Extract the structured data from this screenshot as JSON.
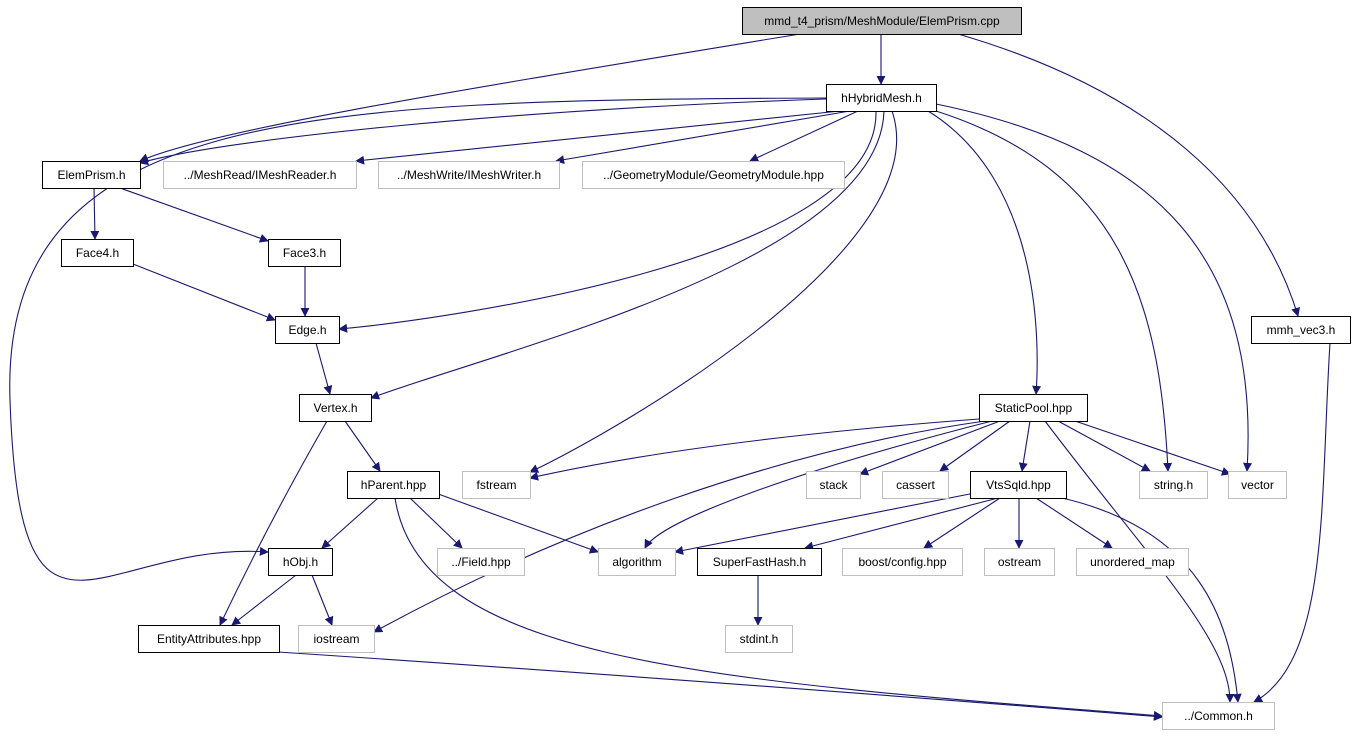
{
  "graph": {
    "edge_color": "#191970",
    "nodes": [
      {
        "id": "root",
        "label": "mmd_t4_prism/MeshModule/ElemPrism.cpp",
        "kind": "root"
      },
      {
        "id": "hHybridMesh",
        "label": "hHybridMesh.h",
        "kind": "internal"
      },
      {
        "id": "ElemPrism",
        "label": "ElemPrism.h",
        "kind": "internal"
      },
      {
        "id": "IMeshReader",
        "label": "../MeshRead/IMeshReader.h",
        "kind": "external"
      },
      {
        "id": "IMeshWriter",
        "label": "../MeshWrite/IMeshWriter.h",
        "kind": "external"
      },
      {
        "id": "GeometryModule",
        "label": "../GeometryModule/GeometryModule.hpp",
        "kind": "external"
      },
      {
        "id": "Face4",
        "label": "Face4.h",
        "kind": "internal"
      },
      {
        "id": "Face3",
        "label": "Face3.h",
        "kind": "internal"
      },
      {
        "id": "Edge",
        "label": "Edge.h",
        "kind": "internal"
      },
      {
        "id": "mmh_vec3",
        "label": "mmh_vec3.h",
        "kind": "internal"
      },
      {
        "id": "Vertex",
        "label": "Vertex.h",
        "kind": "internal"
      },
      {
        "id": "StaticPool",
        "label": "StaticPool.hpp",
        "kind": "internal"
      },
      {
        "id": "hParent",
        "label": "hParent.hpp",
        "kind": "internal"
      },
      {
        "id": "fstream",
        "label": "fstream",
        "kind": "external"
      },
      {
        "id": "stack",
        "label": "stack",
        "kind": "external"
      },
      {
        "id": "cassert",
        "label": "cassert",
        "kind": "external"
      },
      {
        "id": "VtsSqld",
        "label": "VtsSqld.hpp",
        "kind": "internal"
      },
      {
        "id": "string_h",
        "label": "string.h",
        "kind": "external"
      },
      {
        "id": "vector",
        "label": "vector",
        "kind": "external"
      },
      {
        "id": "hObj",
        "label": "hObj.h",
        "kind": "internal"
      },
      {
        "id": "Field",
        "label": "../Field.hpp",
        "kind": "external"
      },
      {
        "id": "algorithm",
        "label": "algorithm",
        "kind": "external"
      },
      {
        "id": "SuperFastHash",
        "label": "SuperFastHash.h",
        "kind": "internal"
      },
      {
        "id": "boost_config",
        "label": "boost/config.hpp",
        "kind": "external"
      },
      {
        "id": "ostream",
        "label": "ostream",
        "kind": "external"
      },
      {
        "id": "unordered_map",
        "label": "unordered_map",
        "kind": "external"
      },
      {
        "id": "EntityAttributes",
        "label": "EntityAttributes.hpp",
        "kind": "internal"
      },
      {
        "id": "iostream",
        "label": "iostream",
        "kind": "external"
      },
      {
        "id": "stdint",
        "label": "stdint.h",
        "kind": "external"
      },
      {
        "id": "Common",
        "label": "../Common.h",
        "kind": "external"
      }
    ],
    "edges": [
      {
        "from": "root",
        "to": "hHybridMesh"
      },
      {
        "from": "root",
        "to": "ElemPrism"
      },
      {
        "from": "root",
        "to": "mmh_vec3"
      },
      {
        "from": "hHybridMesh",
        "to": "ElemPrism"
      },
      {
        "from": "hHybridMesh",
        "to": "IMeshReader"
      },
      {
        "from": "hHybridMesh",
        "to": "IMeshWriter"
      },
      {
        "from": "hHybridMesh",
        "to": "GeometryModule"
      },
      {
        "from": "hHybridMesh",
        "to": "Edge"
      },
      {
        "from": "hHybridMesh",
        "to": "Vertex"
      },
      {
        "from": "hHybridMesh",
        "to": "fstream"
      },
      {
        "from": "hHybridMesh",
        "to": "StaticPool"
      },
      {
        "from": "hHybridMesh",
        "to": "string_h"
      },
      {
        "from": "hHybridMesh",
        "to": "vector"
      },
      {
        "from": "hHybridMesh",
        "to": "hObj"
      },
      {
        "from": "ElemPrism",
        "to": "Face4"
      },
      {
        "from": "ElemPrism",
        "to": "Face3"
      },
      {
        "from": "Face4",
        "to": "Edge"
      },
      {
        "from": "Face3",
        "to": "Edge"
      },
      {
        "from": "Edge",
        "to": "Vertex"
      },
      {
        "from": "Vertex",
        "to": "hParent"
      },
      {
        "from": "Vertex",
        "to": "EntityAttributes"
      },
      {
        "from": "hParent",
        "to": "hObj"
      },
      {
        "from": "hParent",
        "to": "Field"
      },
      {
        "from": "hParent",
        "to": "algorithm"
      },
      {
        "from": "hParent",
        "to": "Common"
      },
      {
        "from": "hObj",
        "to": "EntityAttributes"
      },
      {
        "from": "hObj",
        "to": "iostream"
      },
      {
        "from": "EntityAttributes",
        "to": "Common"
      },
      {
        "from": "StaticPool",
        "to": "fstream"
      },
      {
        "from": "StaticPool",
        "to": "iostream"
      },
      {
        "from": "StaticPool",
        "to": "algorithm"
      },
      {
        "from": "StaticPool",
        "to": "stack"
      },
      {
        "from": "StaticPool",
        "to": "cassert"
      },
      {
        "from": "StaticPool",
        "to": "VtsSqld"
      },
      {
        "from": "StaticPool",
        "to": "string_h"
      },
      {
        "from": "StaticPool",
        "to": "vector"
      },
      {
        "from": "StaticPool",
        "to": "Common"
      },
      {
        "from": "VtsSqld",
        "to": "algorithm"
      },
      {
        "from": "VtsSqld",
        "to": "SuperFastHash"
      },
      {
        "from": "VtsSqld",
        "to": "boost_config"
      },
      {
        "from": "VtsSqld",
        "to": "ostream"
      },
      {
        "from": "VtsSqld",
        "to": "unordered_map"
      },
      {
        "from": "VtsSqld",
        "to": "Common"
      },
      {
        "from": "SuperFastHash",
        "to": "stdint"
      },
      {
        "from": "mmh_vec3",
        "to": "Common"
      }
    ]
  }
}
